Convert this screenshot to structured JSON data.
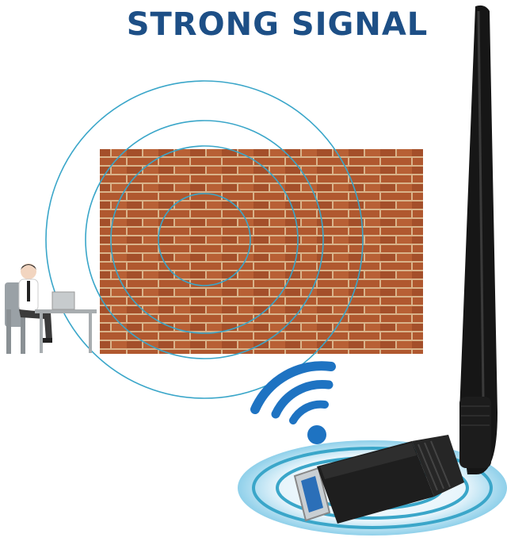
{
  "headline": {
    "text": "STRONG SIGNAL"
  },
  "colors": {
    "headline": "#1d4f86",
    "signal_ring": "#3aa6c9",
    "brick": "#b0582f",
    "mortar": "#d9b38a",
    "wifi": "#1e73c2",
    "antenna": "#1a1a1a"
  },
  "icons": [
    "wifi-icon",
    "person-at-desk-icon",
    "usb-adapter",
    "antenna"
  ]
}
